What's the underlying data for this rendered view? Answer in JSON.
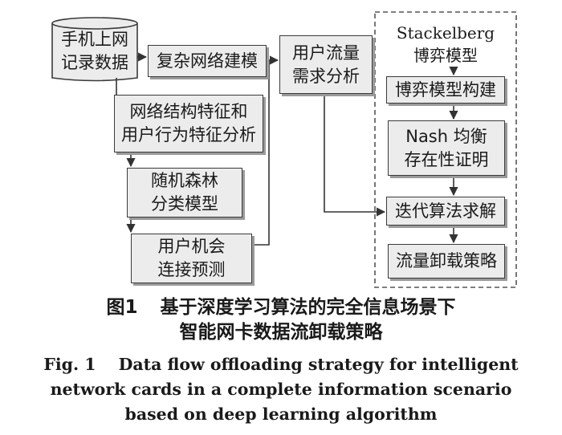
{
  "nodes": {
    "data_source": {
      "line1": "手机上网",
      "line2": "记录数据"
    },
    "complex_network": "复杂网络建模",
    "feature_analysis": {
      "line1": "网络结构特征和",
      "line2": "用户行为特征分析"
    },
    "random_forest": {
      "line1": "随机森林",
      "line2": "分类模型"
    },
    "connection_prediction": {
      "line1": "用户机会",
      "line2": "连接预测"
    },
    "traffic_demand": {
      "line1": "用户流量",
      "line2": "需求分析"
    },
    "stackelberg": {
      "line1": "Stackelberg",
      "line2": "博弈模型"
    },
    "game_build": "博弈模型构建",
    "nash": {
      "line1": "Nash 均衡",
      "line2": "存在性证明"
    },
    "iterative": "迭代算法求解",
    "offload": "流量卸载策略"
  },
  "caption": {
    "cn_number": "图1",
    "cn_line1": "基于深度学习算法的完全信息场景下",
    "cn_line2": "智能网卡数据流卸载策略",
    "en_number": "Fig. 1",
    "en_line1": "Data flow offloading strategy for intelligent",
    "en_line2": "network cards in a complete information scenario",
    "en_line3": "based on deep learning algorithm"
  }
}
